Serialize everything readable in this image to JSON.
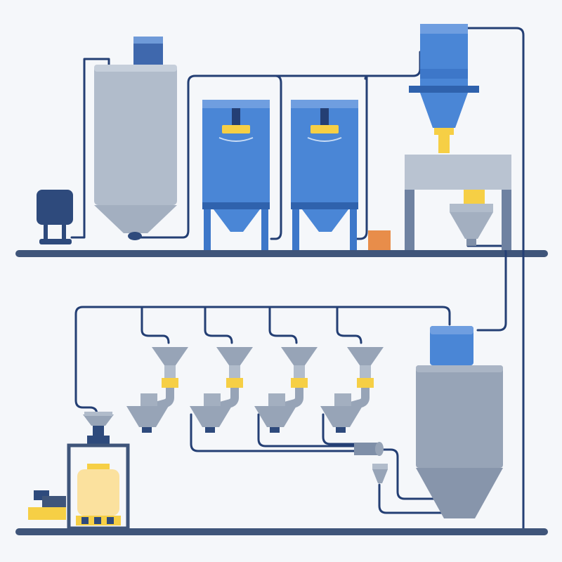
{
  "diagram": {
    "labels": [],
    "colors": {
      "background": "#f5f7fa",
      "pipe": "#243f74",
      "floor": "#3f557a",
      "gray_vessel": "#b1bccb",
      "gray_vessel_dark": "#97a4b7",
      "blue_vessel": "#4a86d6",
      "blue_vessel_dark": "#2f62ad",
      "yellow_accent": "#f6cf45",
      "orange_box": "#e88d4a",
      "pump_navy": "#2e4a7c",
      "bottle_yellow": "#fbe19e"
    },
    "equipment": [
      {
        "id": "gray-storage-silo",
        "icon": "silo"
      },
      {
        "id": "transfer-pump",
        "icon": "pump"
      },
      {
        "id": "blue-mixing-tank-1",
        "icon": "mixer-tank"
      },
      {
        "id": "blue-mixing-tank-2",
        "icon": "mixer-tank"
      },
      {
        "id": "vacuum-hopper-station",
        "icon": "hopper"
      },
      {
        "id": "filter-receiver",
        "icon": "cyclone"
      },
      {
        "id": "dosing-station-1",
        "icon": "feeder"
      },
      {
        "id": "dosing-station-2",
        "icon": "feeder"
      },
      {
        "id": "dosing-station-3",
        "icon": "feeder"
      },
      {
        "id": "dosing-station-4",
        "icon": "feeder"
      },
      {
        "id": "large-collection-silo",
        "icon": "silo"
      },
      {
        "id": "filling-station",
        "icon": "container-filler"
      },
      {
        "id": "small-pump-unit",
        "icon": "pump"
      }
    ]
  }
}
